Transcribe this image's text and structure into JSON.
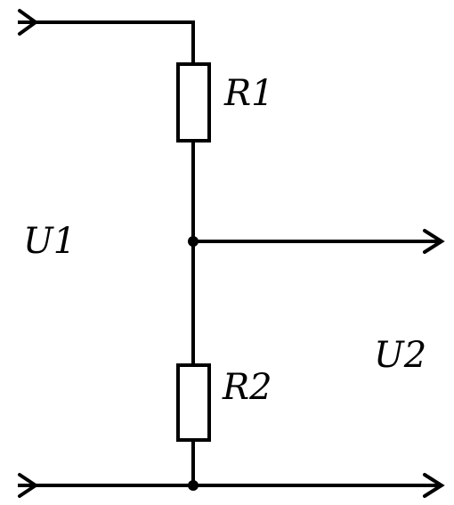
{
  "diagram": {
    "labels": {
      "r1": "R1",
      "r2": "R2",
      "u1": "U1",
      "u2": "U2"
    },
    "colors": {
      "ink": "#000000",
      "background": "#ffffff"
    }
  }
}
